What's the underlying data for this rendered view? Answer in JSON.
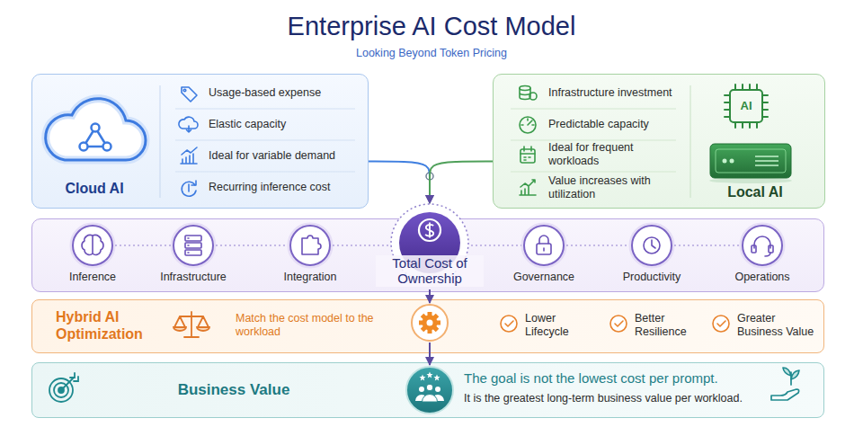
{
  "diagram": {
    "title": "Enterprise AI Cost Model",
    "nodes": [
      {
        "text": [
          "Cloud AI",
          "Usage-based expense",
          "Elastic capacity",
          "Ideal for variable demand",
          "Recurring inference cost"
        ]
      },
      {
        "text": [
          "Infrastructure investment",
          "Predictable capacity",
          "Ideal for frequent workloads",
          "Value increases with utilization",
          "AI",
          "Local AI"
        ]
      },
      {
        "text": []
      },
      {
        "text": [
          "Inference"
        ],
        "in": 2
      },
      {
        "text": [
          "Infrastructure"
        ],
        "in": 2
      },
      {
        "text": [
          "Integration"
        ],
        "in": 2
      },
      {
        "text": [
          "Total Cost of Ownership"
        ],
        "in": 2
      },
      {
        "text": [
          "Governance"
        ],
        "in": 2
      },
      {
        "text": [
          "Productivity"
        ],
        "in": 2
      },
      {
        "text": [
          "Operations"
        ],
        "in": 2
      },
      {
        "text": [
          "Hybrid AI Optimization",
          "Match the cost model to the workload",
          "Lower Lifecycle",
          "Better Resilience",
          "Greater Business Value"
        ]
      },
      {
        "text": [],
        "in": 10
      },
      {
        "text": [
          "Business Value",
          "The goal is not the lowest cost per prompt.",
          "It is the greatest long-term business value per workload."
        ]
      },
      {
        "text": [],
        "in": 12
      }
    ],
    "edges": [
      {
        "from": 0,
        "to": 6,
        "arrow": "to"
      },
      {
        "from": 1,
        "to": 6,
        "arrow": "to"
      },
      {
        "from": 6,
        "to": 11,
        "arrow": "to"
      },
      {
        "from": 11,
        "to": 13,
        "arrow": "to"
      }
    ],
    "labels": [
      "Looking Beyond Token Pricing"
    ]
  }
}
